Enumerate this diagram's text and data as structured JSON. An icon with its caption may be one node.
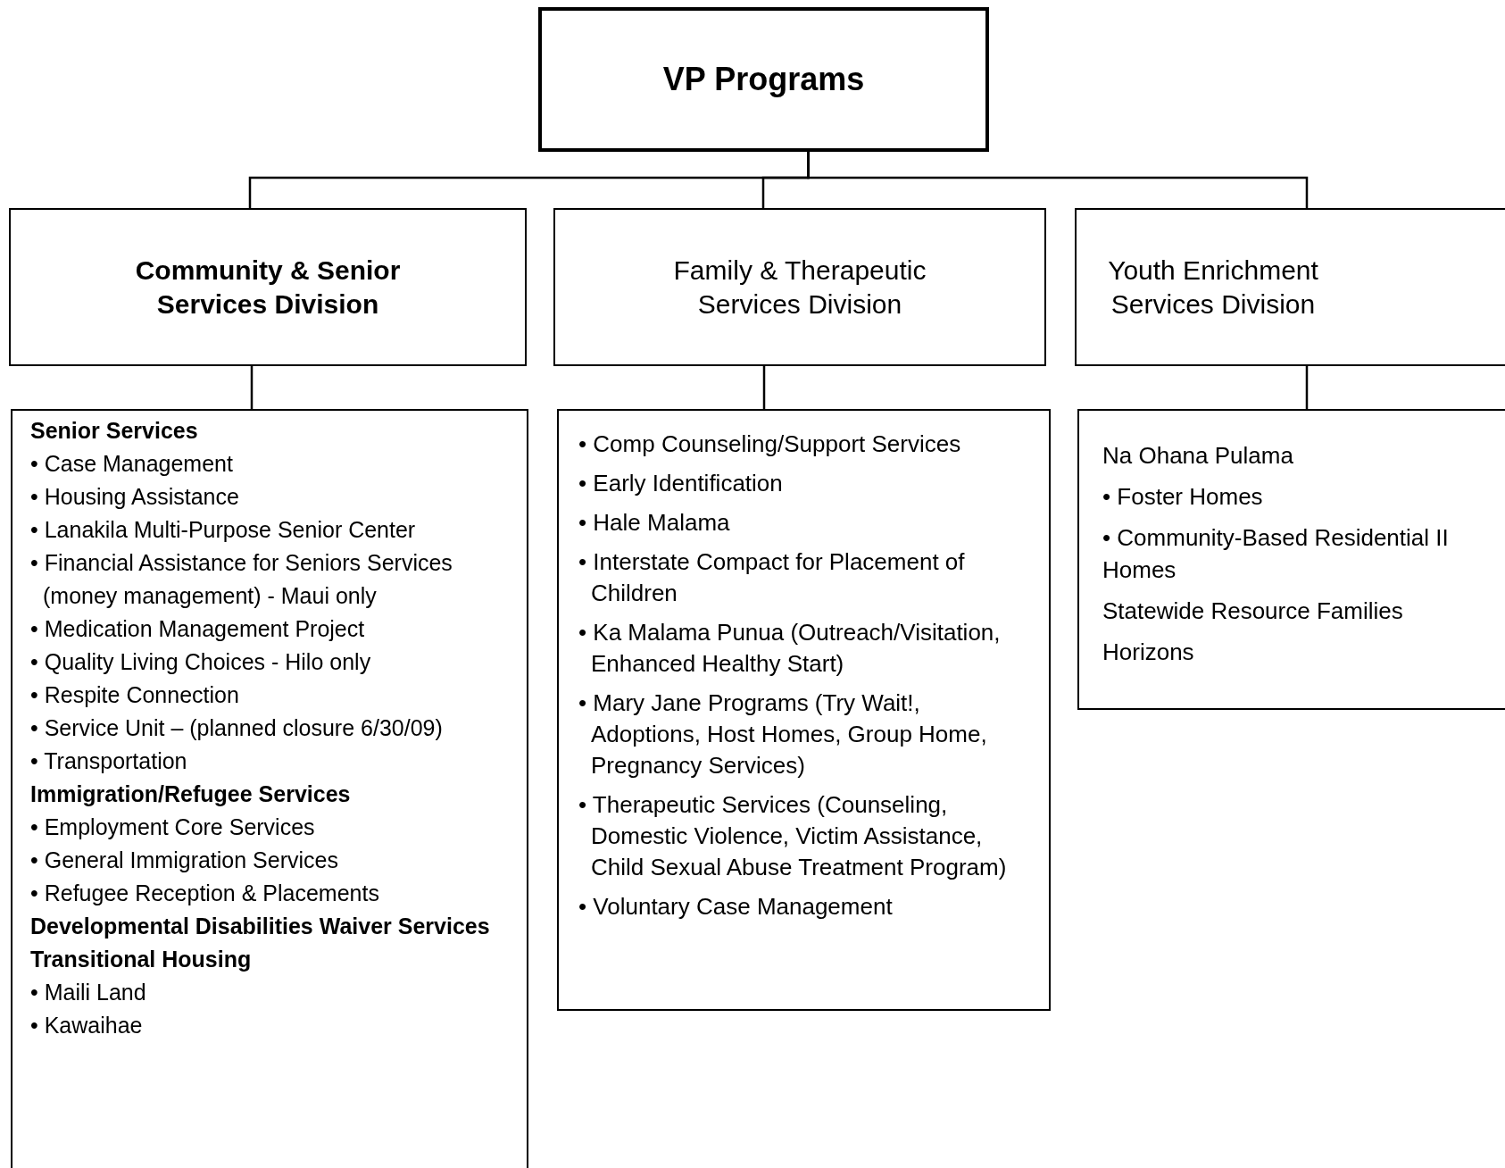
{
  "diagram": {
    "nodes": [
      {
        "text": [
          "VP Programs"
        ]
      },
      {
        "text": [
          "Community & Senior Services Division"
        ]
      },
      {
        "text": [
          "Family & Therapeutic Services Division"
        ]
      },
      {
        "text": [
          "Youth Enrichment Services Division"
        ]
      },
      {
        "text": [
          "**Senior Services**",
          "• Case Management",
          "• Housing Assistance",
          "• Lanakila Multi-Purpose Senior Center",
          "• Financial Assistance for Seniors Services (money management) - Maui only",
          "• Medication Management Project",
          "• Quality Living Choices - Hilo only",
          "• Respite Connection",
          "• Service Unit – (planned closure 6/30/09)",
          "• Transportation",
          "**Immigration/Refugee Services**",
          "• Employment Core Services",
          "• General Immigration Services",
          "• Refugee Reception & Placements",
          "**Developmental Disabilities Waiver Services**",
          "**Transitional Housing**",
          "• Maili Land",
          "• Kawaihae"
        ]
      },
      {
        "text": [
          "• Comp Counseling/Support Services",
          "• Early Identification",
          "• Hale Malama",
          "• Interstate Compact for Placement of Children",
          "• Ka Malama Punua (Outreach/Visitation, Enhanced Healthy Start)",
          "• Mary Jane Programs (Try Wait!, Adoptions, Host Homes, Group Home, Pregnancy Services)",
          "• Therapeutic Services (Counseling, Domestic Violence, Victim Assistance, Child Sexual Abuse Treatment Program)",
          "• Voluntary Case Management"
        ]
      },
      {
        "text": [
          "Na Ohana Pulama",
          "• Foster Homes",
          "• Community-Based Residential II Homes",
          "Statewide Resource Families",
          "Horizons"
        ]
      }
    ],
    "edges": [
      {
        "from": 0,
        "to": 1,
        "arrow": "none"
      },
      {
        "from": 0,
        "to": 2,
        "arrow": "none"
      },
      {
        "from": 0,
        "to": 3,
        "arrow": "none"
      },
      {
        "from": 1,
        "to": 4,
        "arrow": "none"
      },
      {
        "from": 2,
        "to": 5,
        "arrow": "none"
      },
      {
        "from": 3,
        "to": 6,
        "arrow": "none"
      }
    ]
  }
}
